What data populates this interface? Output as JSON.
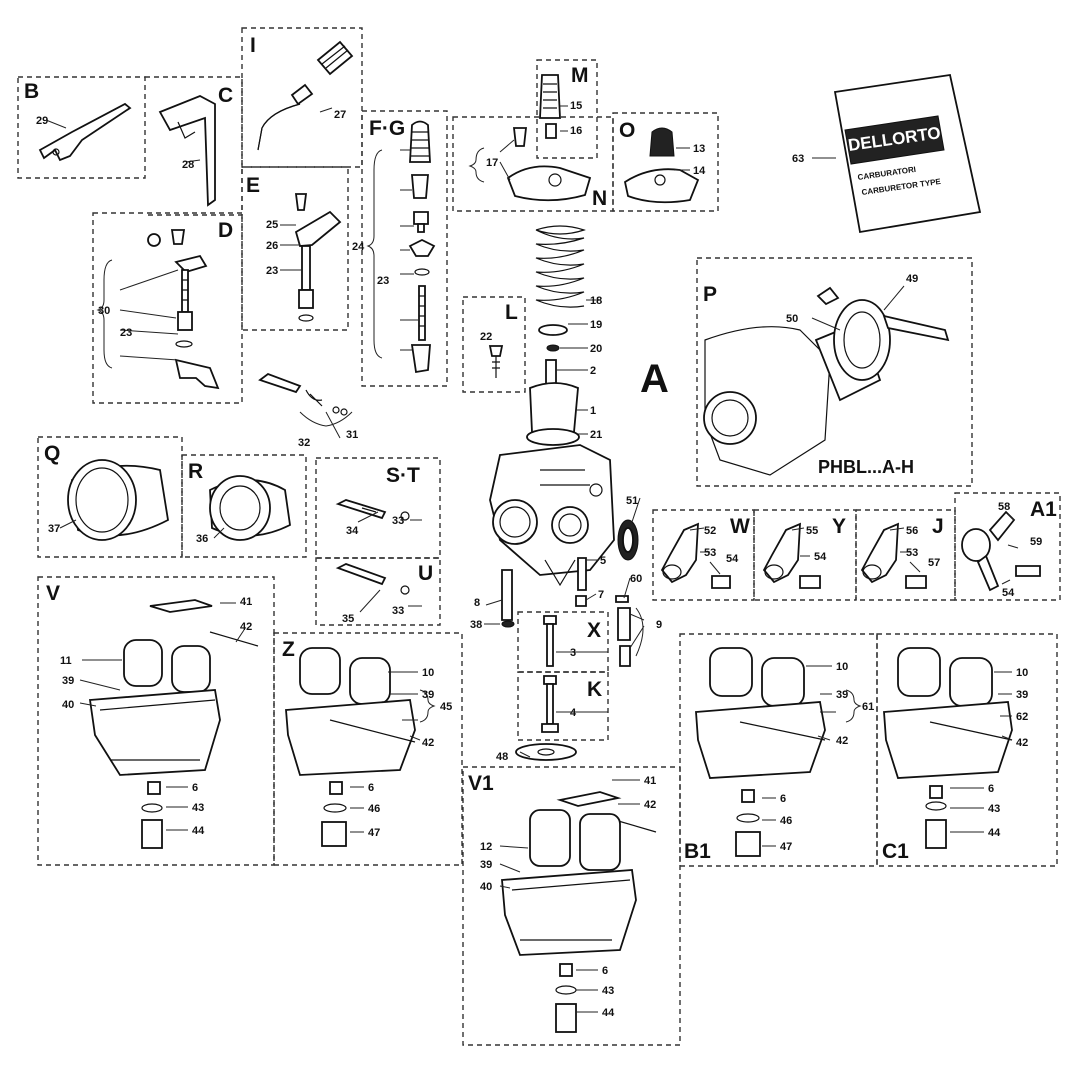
{
  "diagram": {
    "main_label": "A",
    "model_label": "PHBL...A-H",
    "bag": {
      "brand": "DELLORTO",
      "line1": "CARBURATORI",
      "line2": "CARBURETOR  TYPE",
      "number": "63"
    },
    "groups": {
      "B": "B",
      "C": "C",
      "I": "I",
      "FG": "F·G",
      "M": "M",
      "O": "O",
      "N": "N",
      "E": "E",
      "D": "D",
      "L": "L",
      "P": "P",
      "Q": "Q",
      "R": "R",
      "ST": "S·T",
      "U": "U",
      "W": "W",
      "Y": "Y",
      "J": "J",
      "A1": "A1",
      "V": "V",
      "Z": "Z",
      "X": "X",
      "K": "K",
      "V1": "V1",
      "B1": "B1",
      "C1": "C1"
    },
    "parts": {
      "p1": "1",
      "p2": "2",
      "p3": "3",
      "p4": "4",
      "p5": "5",
      "p6": "6",
      "p7": "7",
      "p8": "8",
      "p9": "9",
      "p10": "10",
      "p11": "11",
      "p12": "12",
      "p13": "13",
      "p14": "14",
      "p15": "15",
      "p16": "16",
      "p17": "17",
      "p18": "18",
      "p19": "19",
      "p20": "20",
      "p21": "21",
      "p22": "22",
      "p23": "23",
      "p24": "24",
      "p25": "25",
      "p26": "26",
      "p27": "27",
      "p28": "28",
      "p29": "29",
      "p30": "30",
      "p31": "31",
      "p32": "32",
      "p33": "33",
      "p34": "34",
      "p35": "35",
      "p36": "36",
      "p37": "37",
      "p38": "38",
      "p39": "39",
      "p40": "40",
      "p41": "41",
      "p42": "42",
      "p43": "43",
      "p44": "44",
      "p45": "45",
      "p46": "46",
      "p47": "47",
      "p48": "48",
      "p49": "49",
      "p50": "50",
      "p51": "51",
      "p52": "52",
      "p53": "53",
      "p54": "54",
      "p55": "55",
      "p56": "56",
      "p57": "57",
      "p58": "58",
      "p59": "59",
      "p60": "60",
      "p61": "61",
      "p62": "62"
    }
  }
}
